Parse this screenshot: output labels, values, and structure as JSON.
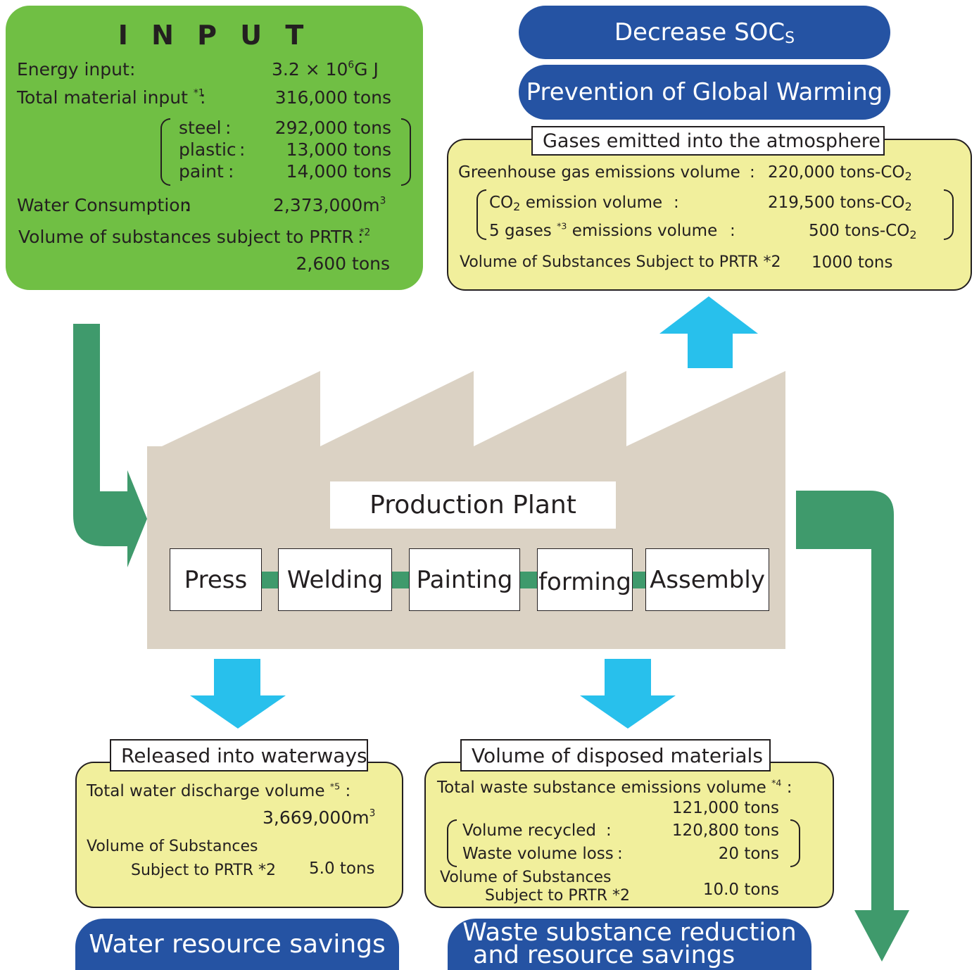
{
  "colors": {
    "input_green": "#70bf44",
    "flow_green": "#3f9a6c",
    "pill_blue": "#2553a3",
    "arrow_cyan": "#28c0ec",
    "factory_tan": "#dbd2c4",
    "info_yellow": "#f1ef9c"
  },
  "input": {
    "title": "I N P U T",
    "energy_label": "Energy input",
    "energy_value_pre": "3.2 × 10",
    "energy_value_sup": "6",
    "energy_value_post": "G J",
    "material_label": "Total material input",
    "material_note": "*1",
    "material_value": "316,000 tons",
    "materials": [
      {
        "name": "steel",
        "value": "292,000 tons"
      },
      {
        "name": "plastic",
        "value": "13,000 tons"
      },
      {
        "name": "paint",
        "value": "14,000 tons"
      }
    ],
    "water_label": "Water Consumption",
    "water_value": "2,373,000m",
    "water_unit_sup": "3",
    "prtr_label": "Volume of substances subject to PRTR",
    "prtr_note": "*2",
    "prtr_value": "2,600 tons",
    "colon": ":"
  },
  "outcomes": {
    "decrease_socs_main": "Decrease SOC",
    "decrease_socs_sub": "S",
    "global_warming": "Prevention of Global Warming",
    "water_savings": "Water resource savings",
    "waste_line1": "Waste substance reduction",
    "waste_line2": "and resource savings"
  },
  "atmosphere": {
    "title": "Gases emitted into the atmosphere",
    "ghg_label": "Greenhouse gas emissions volume",
    "ghg_value_pre": "220,000 tons-CO",
    "ghg_value_sub": "2",
    "co2_label_pre": "CO",
    "co2_label_sub": "2",
    "co2_label_post": " emission volume",
    "co2_value_pre": "219,500 tons-CO",
    "co2_value_sub": "2",
    "gases_label_pre": "5 gases ",
    "gases_note": "*3",
    "gases_label_post": " emissions volume",
    "gases_value_pre": "500 tons-CO",
    "gases_value_sub": "2",
    "prtr_label": "Volume of Substances Subject to PRTR *2",
    "prtr_value": "1000 tons",
    "colon": ":"
  },
  "plant": {
    "title": "Production Plant",
    "processes": [
      "Press",
      "Welding",
      "Painting",
      "forming",
      "Assembly"
    ]
  },
  "waterways": {
    "title": "Released into waterways",
    "discharge_label": "Total water discharge volume",
    "discharge_note": "*5",
    "discharge_value": "3,669,000m",
    "discharge_unit_sup": "3",
    "prtr_line1": "Volume of Substances",
    "prtr_line2": "Subject to PRTR *2",
    "prtr_value": "5.0 tons",
    "colon": ":"
  },
  "disposed": {
    "title": "Volume of disposed materials",
    "total_label": "Total waste substance emissions volume",
    "total_note": "*4",
    "total_value": "121,000 tons",
    "recycled_label": "Volume recycled",
    "recycled_value": "120,800 tons",
    "loss_label": "Waste volume loss",
    "loss_value": "20 tons",
    "prtr_line1": "Volume of Substances",
    "prtr_line2": "Subject to PRTR *2",
    "prtr_value": "10.0 tons",
    "colon": ":"
  }
}
